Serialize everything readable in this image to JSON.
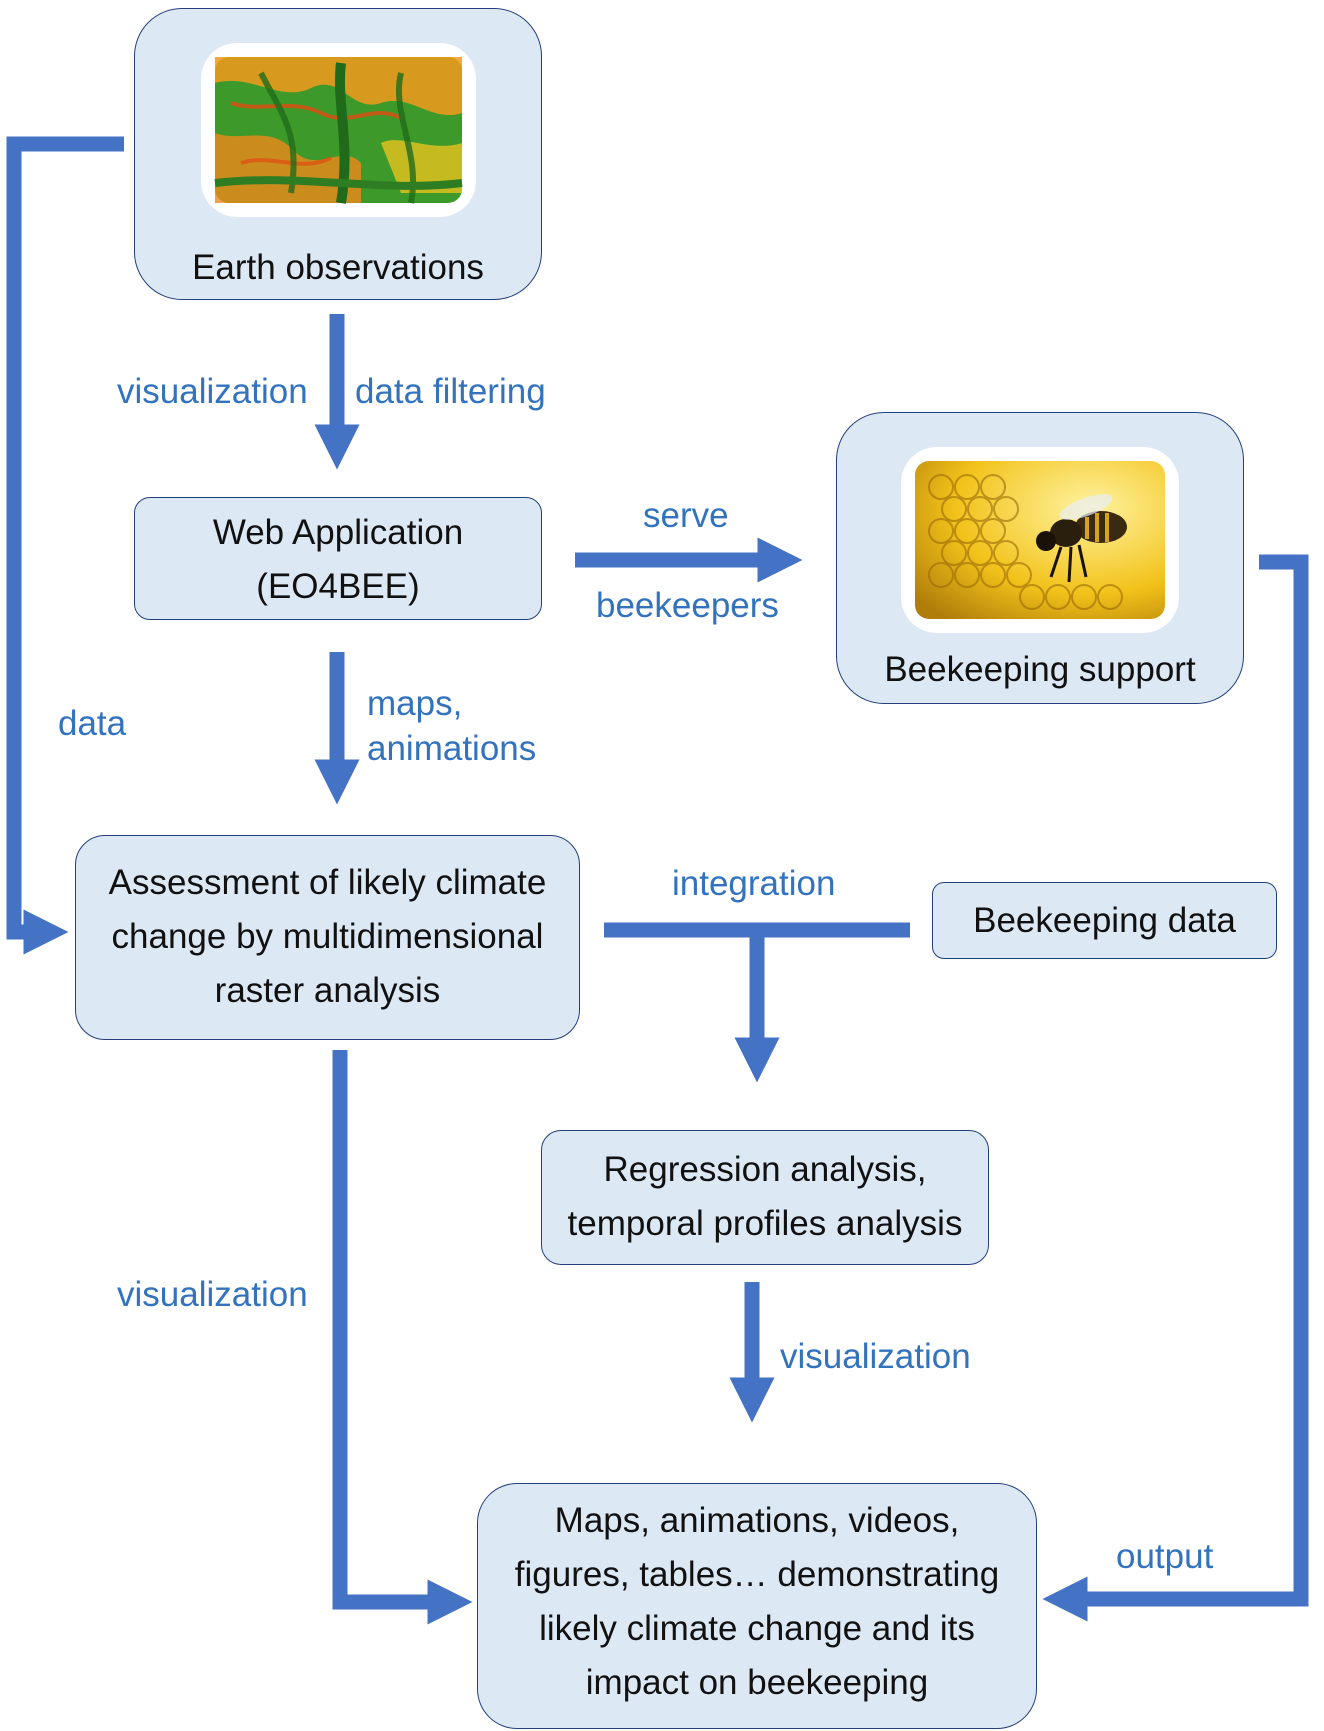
{
  "nodes": {
    "earth_observations": "Earth observations",
    "web_application": [
      "Web Application",
      "(EO4BEE)"
    ],
    "beekeeping_support": "Beekeeping support",
    "assessment": [
      "Assessment of likely climate",
      "change by multidimensional",
      "raster analysis"
    ],
    "beekeeping_data": "Beekeeping data",
    "regression": [
      "Regression analysis,",
      "temporal profiles analysis"
    ],
    "outputs": [
      "Maps, animations, videos,",
      "figures, tables… demonstrating",
      "likely climate change and its",
      "impact on beekeeping"
    ]
  },
  "edge_labels": {
    "visualization_top": "visualization",
    "data_filtering": "data filtering",
    "serve": "serve",
    "beekeepers": "beekeepers",
    "maps": "maps,",
    "animations": "animations",
    "data": "data",
    "integration": "integration",
    "visualization_left": "visualization",
    "visualization_mid": "visualization",
    "output": "output"
  },
  "images": {
    "earth": "satellite-map-image",
    "bee": "bee-on-honeycomb-image"
  },
  "colors": {
    "arrow": "#4472c4",
    "label": "#3372bd",
    "box_fill": "#dde8f5",
    "box_border": "#23407a"
  }
}
